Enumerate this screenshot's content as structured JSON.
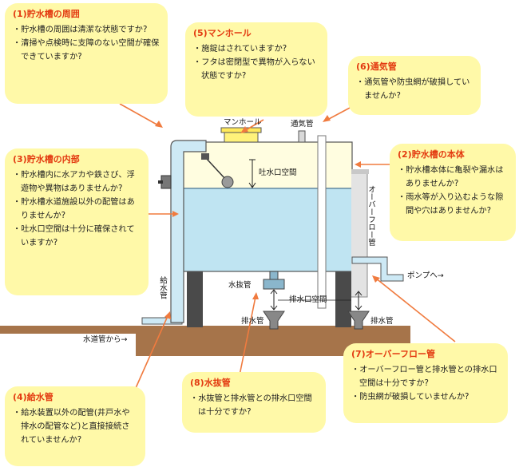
{
  "callouts": [
    {
      "id": "c1",
      "title": "(1)貯水槽の周囲",
      "items": [
        "貯水槽の周囲は清潔な状態ですか?",
        "清掃や点検時に支障のない空間が確保できていますか?"
      ]
    },
    {
      "id": "c5",
      "title": "(5)マンホール",
      "items": [
        "施錠はされていますか?",
        "フタは密閉型で異物が入らない状態ですか?"
      ]
    },
    {
      "id": "c6",
      "title": "(6)通気管",
      "items": [
        "通気管や防虫網が破損していませんか?"
      ]
    },
    {
      "id": "c3",
      "title": "(3)貯水槽の内部",
      "items": [
        "貯水槽内に水アカや鉄さび、浮遊物や異物はありませんか?",
        "貯水槽水道施設以外の配管はありませんか?",
        "吐水口空間は十分に確保されていますか?"
      ]
    },
    {
      "id": "c2",
      "title": "(2)貯水槽の本体",
      "items": [
        "貯水槽本体に亀裂や漏水はありませんか?",
        "雨水等が入り込むような隙間や穴はありませんか?"
      ]
    },
    {
      "id": "c7",
      "title": "(7)オーバーフロー管",
      "items": [
        "オーバーフロー管と排水管との排水口空間は十分ですか?",
        "防虫網が破損していませんか?"
      ]
    },
    {
      "id": "c8",
      "title": "(8)水抜管",
      "items": [
        "水抜管と排水管との排水口空間は十分ですか?"
      ]
    },
    {
      "id": "c4",
      "title": "(4)給水管",
      "items": [
        "給水装置以外の配管(井戸水や排水の配管など)と直接接続されていませんか?"
      ]
    }
  ],
  "labels": {
    "manhole": "マンホール",
    "vent": "通気管",
    "spout_space": "吐水口空間",
    "overflow": "オーバーフロー管",
    "to_pump": "ポンプへ→",
    "drain_pipe_label": "水抜管",
    "drain_space": "排水口空間",
    "drain1": "排水管",
    "drain2": "排水管",
    "supply": "給水管",
    "from_main": "水道管から→"
  },
  "colors": {
    "callout_bg": "#fff9a8",
    "title": "#e33a10",
    "arrow": "#f07b3f",
    "water": "#bfe4f2",
    "tank_air": "#fffde0",
    "pipe": "#cde9f5",
    "ground": "#a6744a"
  }
}
